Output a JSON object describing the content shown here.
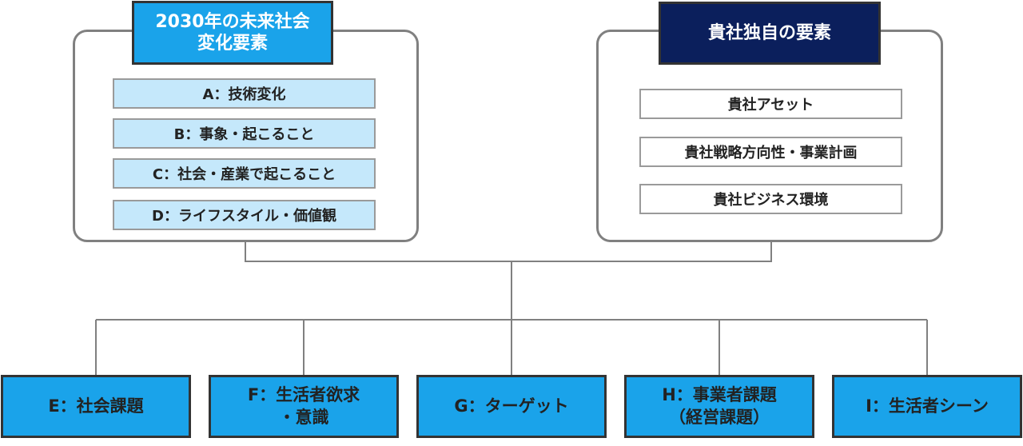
{
  "diagram": {
    "left_group": {
      "header": [
        "2030年の未来社会",
        "変化要素"
      ],
      "items": [
        "A：技術変化",
        "B：事象・起こること",
        "C：社会・産業で起こること",
        "D：ライフスタイル・価値観"
      ]
    },
    "right_group": {
      "header": "貴社独自の要素",
      "items": [
        "貴社アセット",
        "貴社戦略方向性・事業計画",
        "貴社ビジネス環境"
      ]
    },
    "issues": [
      {
        "lines": [
          "E：社会課題"
        ]
      },
      {
        "lines": [
          "F：生活者欲求",
          "・意識"
        ]
      },
      {
        "lines": [
          "G：ターゲット"
        ]
      },
      {
        "lines": [
          "H：事業者課題",
          "（経営課題）"
        ]
      },
      {
        "lines": [
          "I：生活者シーン"
        ]
      }
    ],
    "colors": {
      "header_left_bg": "#1aa3ea",
      "header_right_bg": "#0b1f5c",
      "left_item_bg": "#c5e8fb",
      "issue_bg": "#1aa3ea",
      "connector": "#808080"
    }
  }
}
